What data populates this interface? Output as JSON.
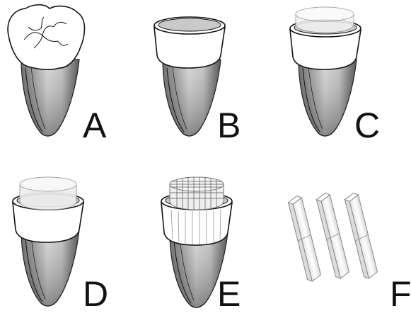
{
  "panels": [
    {
      "label": "A"
    },
    {
      "label": "B"
    },
    {
      "label": "C"
    },
    {
      "label": "D"
    },
    {
      "label": "E"
    },
    {
      "label": "F"
    }
  ],
  "colors": {
    "outline": "#111111",
    "root_light": "#cfcfcf",
    "root_dark": "#4a4a4a",
    "crown": "#ffffff",
    "cut_surface": "#c9c9c9",
    "resin_block": "#eeeeee",
    "stick": "#f2f2f2"
  }
}
